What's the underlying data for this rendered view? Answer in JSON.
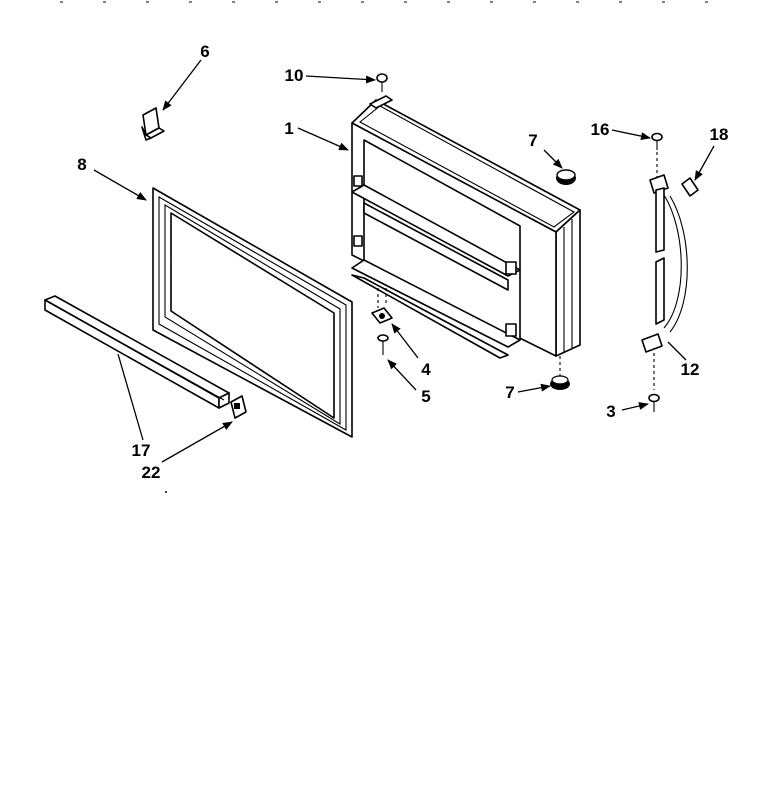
{
  "diagram": {
    "callouts": {
      "c1": "1",
      "c3": "3",
      "c4": "4",
      "c5": "5",
      "c6": "6",
      "c7a": "7",
      "c7b": "7",
      "c8": "8",
      "c10": "10",
      "c12": "12",
      "c16": "16",
      "c17": "17",
      "c18": "18",
      "c22": "22"
    }
  }
}
